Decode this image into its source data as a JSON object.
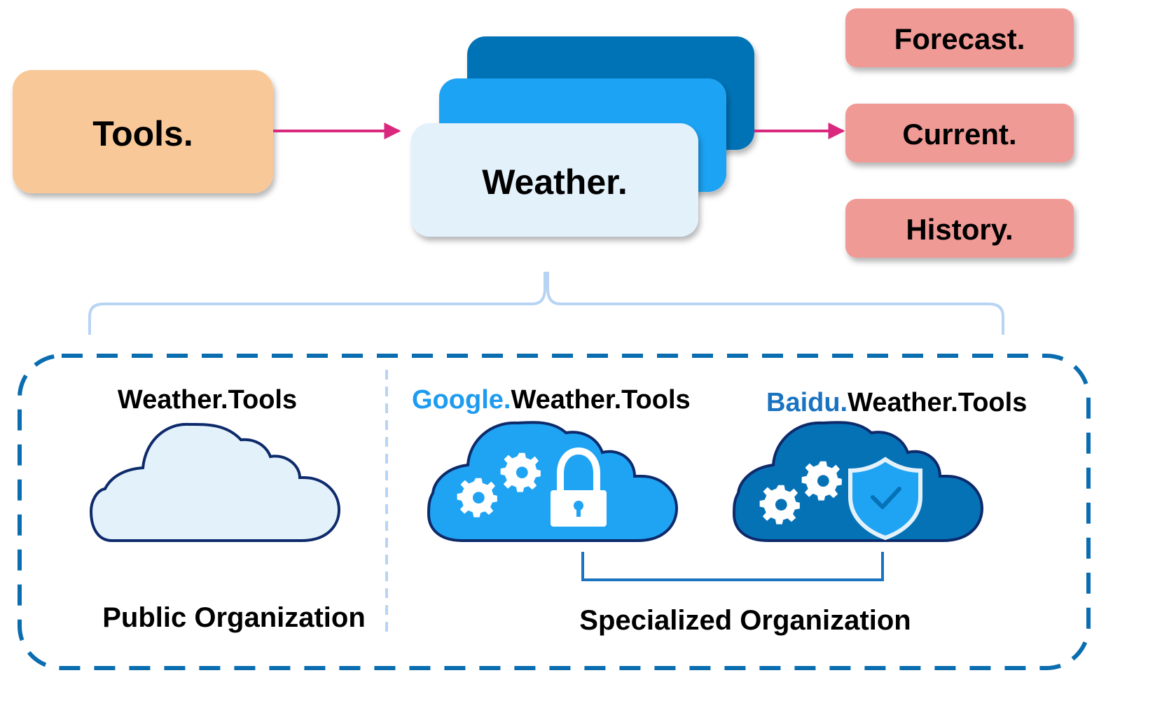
{
  "top": {
    "tools_label": "Tools.",
    "weather_label": "Weather.",
    "outputs": [
      "Forecast.",
      "Current.",
      "History."
    ]
  },
  "public": {
    "title": "Weather.Tools",
    "org_label": "Public Organization"
  },
  "google": {
    "prefix": "Google.",
    "suffix": "Weather.Tools"
  },
  "baidu": {
    "prefix": "Baidu.",
    "suffix": "Weather.Tools"
  },
  "specialized": {
    "org_label": "Specialized Organization"
  },
  "colors": {
    "tools_fill": "#f8c898",
    "weather_front": "#e3f1fb",
    "weather_mid": "#1fa3f3",
    "weather_back": "#0672b6",
    "output_fill": "#f09a96",
    "arrow": "#d9287e",
    "brace": "#b8d4f3",
    "dash_border": "#0a6db0",
    "google_text": "#1d9bf0",
    "baidu_text": "#1a73c0",
    "cloud_outline": "#0d2a6b"
  }
}
